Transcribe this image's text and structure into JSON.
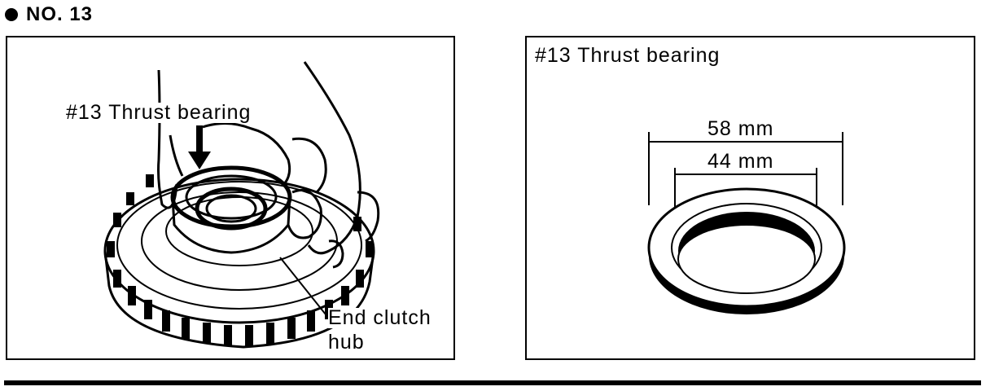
{
  "page": {
    "section_heading": "NO. 13"
  },
  "left_figure": {
    "label_bearing": "#13 Thrust bearing",
    "label_hub_line1": "End clutch",
    "label_hub_line2": "hub"
  },
  "right_figure": {
    "title": "#13 Thrust bearing",
    "outer_diameter": "58 mm",
    "inner_diameter": "44 mm"
  }
}
